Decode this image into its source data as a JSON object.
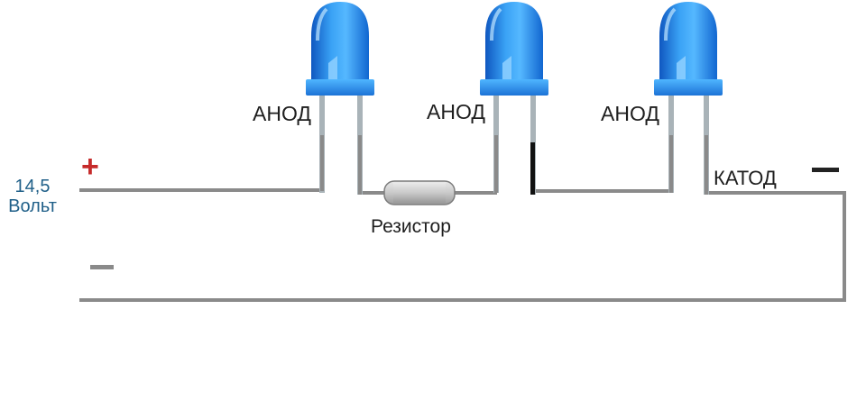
{
  "source": {
    "value_line1": "14,5",
    "value_line2": "Вольт",
    "plus_symbol": "+",
    "plus_color": "#c62a2a",
    "voltage_color": "#1f5f88"
  },
  "leds": [
    {
      "anode_label": "АНОД"
    },
    {
      "anode_label": "АНОД"
    },
    {
      "anode_label": "АНОД",
      "cathode_label": "КАТОД"
    }
  ],
  "resistor": {
    "label": "Резистор"
  },
  "colors": {
    "wire": "#8a8a8a",
    "led_body": "#2f8fe8",
    "led_dark": "#1560c8",
    "led_light": "#8fd0ff",
    "lead": "#a9b3b8",
    "minus_sign": "#222222",
    "minus_sign_left": "#8a8a8a"
  }
}
